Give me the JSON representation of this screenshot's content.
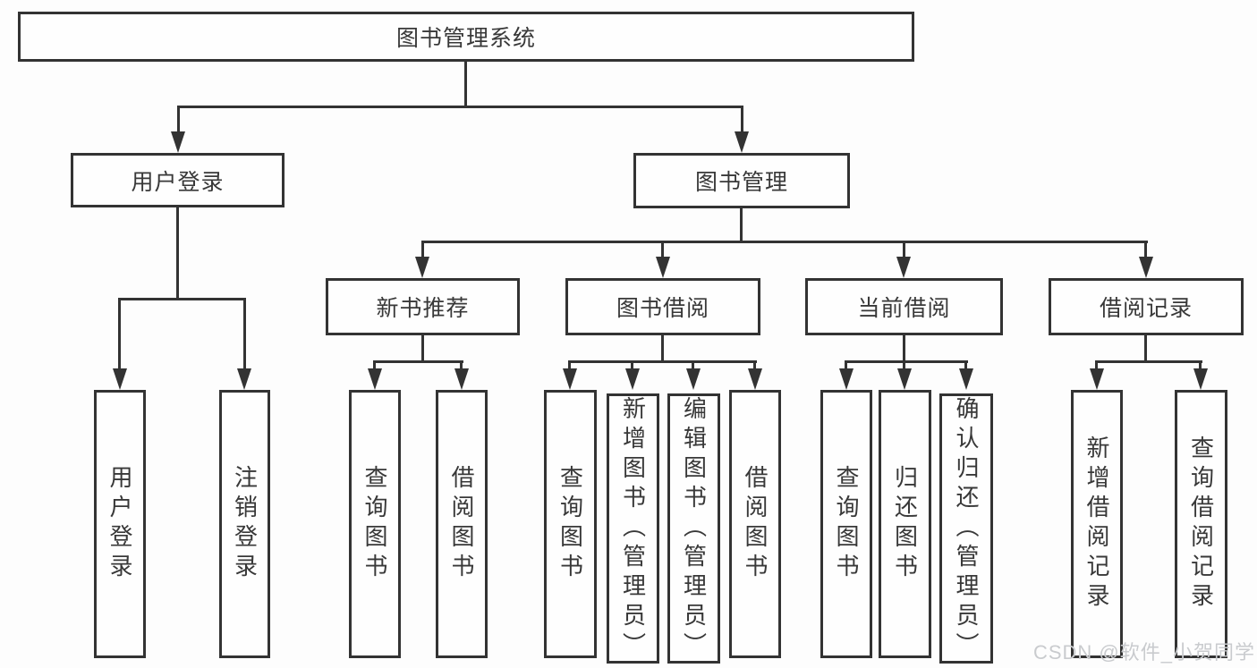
{
  "diagram": {
    "type": "hierarchy-tree",
    "orientation": "top-down",
    "tree": {
      "label": "图书管理系统",
      "children": [
        {
          "label": "用户登录",
          "children": [
            {
              "label": "用户登录"
            },
            {
              "label": "注销登录"
            }
          ]
        },
        {
          "label": "图书管理",
          "children": [
            {
              "label": "新书推荐",
              "children": [
                {
                  "label": "查询图书"
                },
                {
                  "label": "借阅图书"
                }
              ]
            },
            {
              "label": "图书借阅",
              "children": [
                {
                  "label": "查询图书"
                },
                {
                  "label": "新增图书（管理员）"
                },
                {
                  "label": "编辑图书（管理员）"
                },
                {
                  "label": "借阅图书"
                }
              ]
            },
            {
              "label": "当前借阅",
              "children": [
                {
                  "label": "查询图书"
                },
                {
                  "label": "归还图书"
                },
                {
                  "label": "确认归还（管理员）"
                }
              ]
            },
            {
              "label": "借阅记录",
              "children": [
                {
                  "label": "新增借阅记录"
                },
                {
                  "label": "查询借阅记录"
                }
              ]
            }
          ]
        }
      ]
    }
  },
  "watermark": {
    "text": "CSDN @软件_小贺同学"
  },
  "colors": {
    "line": "#333333",
    "box_border": "#333333",
    "box_fill": "#fefefe",
    "text": "#383838",
    "watermark": "#c9cbce",
    "background": "#fdfdfd"
  }
}
